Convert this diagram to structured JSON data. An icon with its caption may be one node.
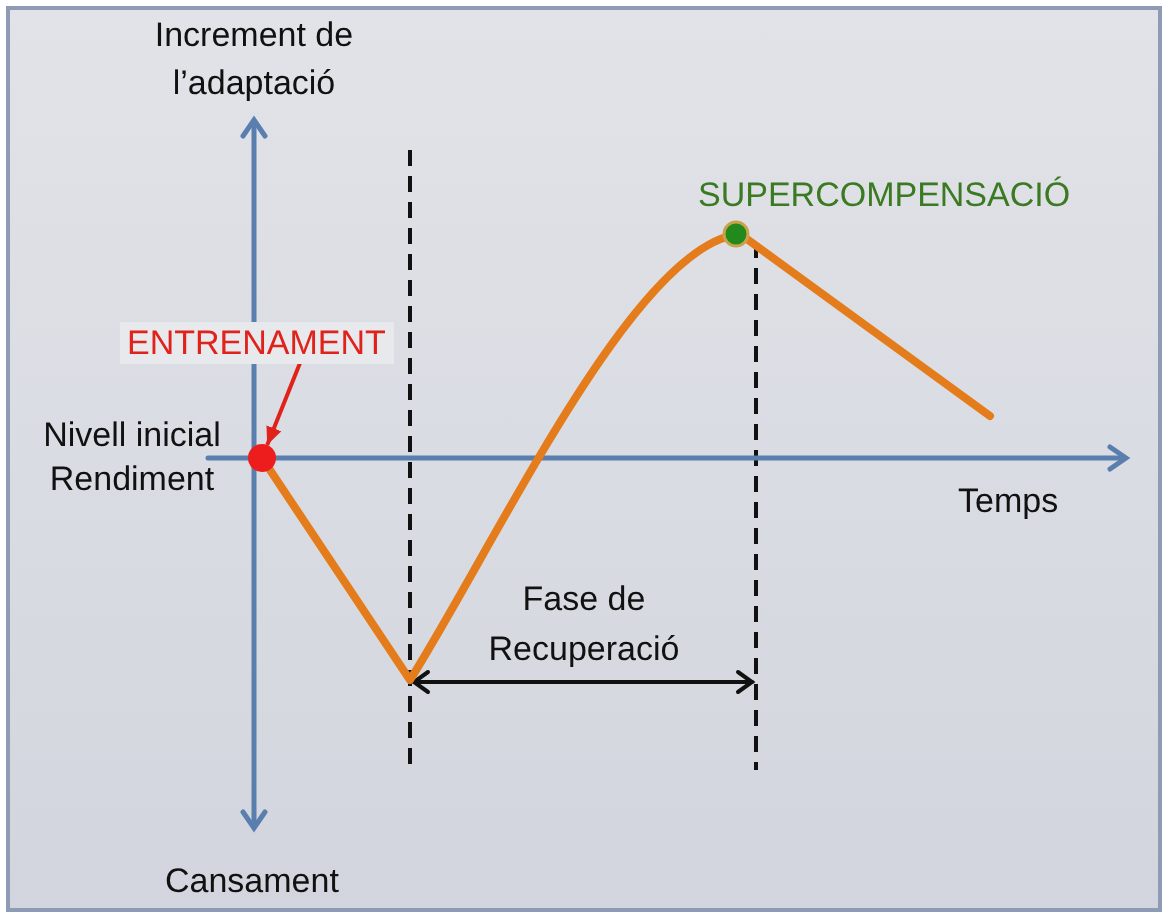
{
  "diagram": {
    "nodes": [
      {
        "text": [
          "ENTRENAMENT"
        ]
      },
      {
        "text": [],
        "shape": "circle"
      }
    ],
    "edges": [
      {
        "from": 0,
        "to": 1,
        "arrow": "to",
        "color": "#e0221b"
      }
    ],
    "labels": [
      "Increment de l’adaptació",
      "SUPERCOMPENSACIÓ",
      "Nivell inicial Rendiment",
      "Temps",
      "Fase de Recuperació",
      "Cansament"
    ]
  }
}
